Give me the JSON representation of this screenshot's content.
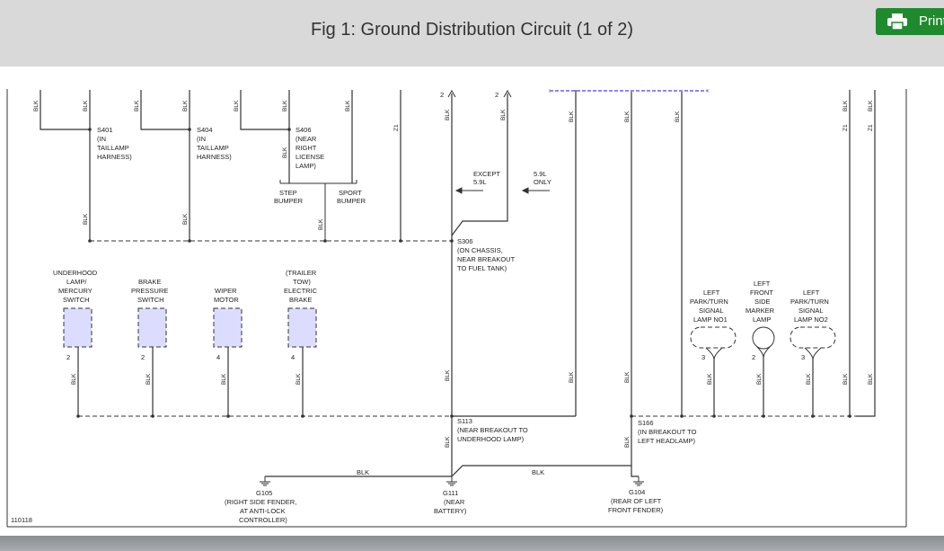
{
  "header": {
    "title": "Fig 1: Ground Distribution Circuit (1 of 2)",
    "print_label": "Print",
    "print_icon": "printer-icon",
    "accent_color": "#1f8a2e"
  },
  "diagram": {
    "figure_id": "110118",
    "wire_label": "BLK",
    "z1_label": "Z1",
    "splices": {
      "s401": [
        "S401",
        "(IN",
        "TAILLAMP",
        "HARNESS)"
      ],
      "s404": [
        "S404",
        "(IN",
        "TAILLAMP",
        "HARNESS)"
      ],
      "s406": [
        "S406",
        "(NEAR",
        "RIGHT",
        "LICENSE",
        "LAMP)"
      ],
      "s306": [
        "S306",
        "(ON CHASSIS,",
        "NEAR BREAKOUT",
        "TO FUEL TANK)"
      ],
      "s113": [
        "S113",
        "(NEAR BREAKOUT TO",
        "UNDERHOOD LAMP)"
      ],
      "s166": [
        "S166",
        "(IN BREAKOUT TO",
        "LEFT HEADLAMP)"
      ]
    },
    "step_bumper": [
      "STEP",
      "BUMPER"
    ],
    "sport_bumper": [
      "SPORT",
      "BUMPER"
    ],
    "except": [
      "EXCEPT",
      "5.9L"
    ],
    "only": [
      "5.9L",
      "ONLY"
    ],
    "top_pins": [
      "2",
      "2"
    ],
    "components": {
      "underhood": [
        "UNDERHOOD",
        "LAMP/",
        "MERCURY",
        "SWITCH"
      ],
      "brake_pressure": [
        "BRAKE",
        "PRESSURE",
        "SWITCH"
      ],
      "wiper": [
        "WIPER",
        "MOTOR"
      ],
      "trailer": [
        "(TRAILER",
        "TOW)",
        "ELECTRIC",
        "BRAKE"
      ],
      "left_park_1": [
        "LEFT",
        "PARK/TURN",
        "SIGNAL",
        "LAMP NO1"
      ],
      "left_marker": [
        "LEFT",
        "FRONT",
        "SIDE",
        "MARKER",
        "LAMP"
      ],
      "left_park_2": [
        "LEFT",
        "PARK/TURN",
        "SIGNAL",
        "LAMP NO2"
      ]
    },
    "pins": {
      "underhood": "2",
      "brake_pressure": "2",
      "wiper": "4",
      "trailer": "4",
      "left_park_1": "3",
      "left_marker": "2",
      "left_park_2": "3"
    },
    "grounds": {
      "g105": [
        "G105",
        "(RIGHT SIDE FENDER,",
        "AT ANTI-LOCK",
        "CONTROLLER)"
      ],
      "g111": [
        "G111",
        "(NEAR",
        "BATTERY)"
      ],
      "g104": [
        "G104",
        "(REAR OF LEFT",
        "FRONT FENDER)"
      ]
    }
  }
}
